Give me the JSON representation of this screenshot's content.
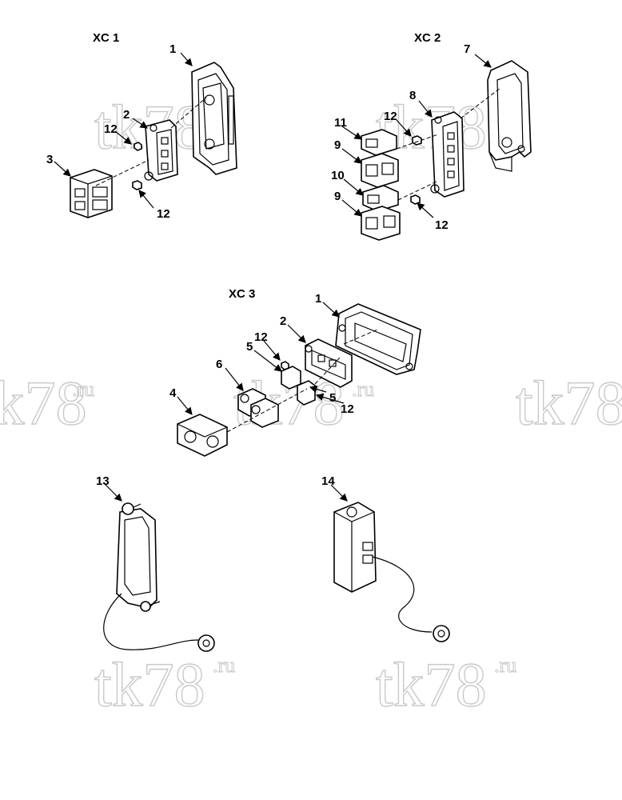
{
  "titles": {
    "xc1": "XC 1",
    "xc2": "XC 2",
    "xc3": "XC 3"
  },
  "callouts": {
    "xc1": [
      "1",
      "2",
      "3",
      "12"
    ],
    "xc2": [
      "7",
      "8",
      "11",
      "12",
      "9",
      "10",
      "9",
      "12"
    ],
    "xc3": [
      "1",
      "2",
      "12",
      "5",
      "6",
      "4",
      "5",
      "12"
    ],
    "item13": "13",
    "item14": "14"
  },
  "watermark": {
    "main": "tk78",
    "suffix": ".ru"
  }
}
